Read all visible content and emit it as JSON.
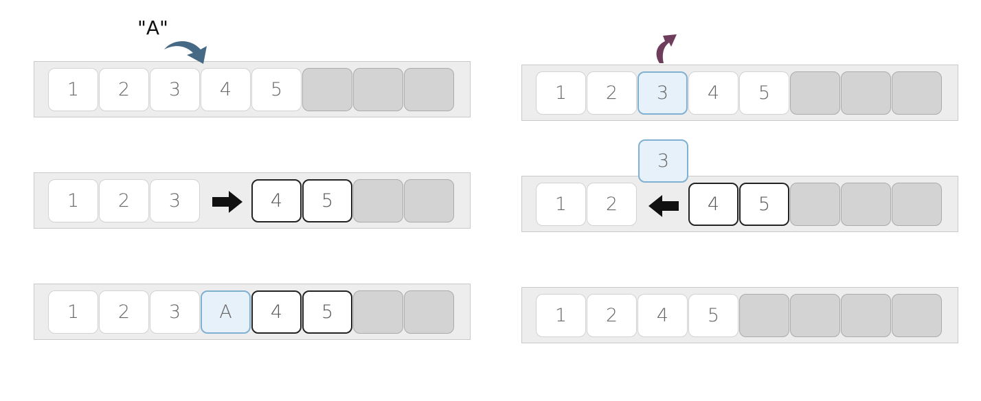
{
  "insert_example": {
    "inserted_label": "\"A\"",
    "steps": [
      {
        "cells": [
          {
            "t": "1",
            "s": "filled"
          },
          {
            "t": "2",
            "s": "filled"
          },
          {
            "t": "3",
            "s": "filled"
          },
          {
            "t": "4",
            "s": "filled"
          },
          {
            "t": "5",
            "s": "filled"
          },
          {
            "t": "",
            "s": "empty"
          },
          {
            "t": "",
            "s": "empty"
          },
          {
            "t": "",
            "s": "empty"
          }
        ]
      },
      {
        "cells": [
          {
            "t": "1",
            "s": "filled"
          },
          {
            "t": "2",
            "s": "filled"
          },
          {
            "t": "3",
            "s": "filled"
          },
          {
            "t": "",
            "s": "gap"
          },
          {
            "t": "4",
            "s": "moving"
          },
          {
            "t": "5",
            "s": "moving"
          },
          {
            "t": "",
            "s": "empty"
          },
          {
            "t": "",
            "s": "empty"
          }
        ]
      },
      {
        "cells": [
          {
            "t": "1",
            "s": "filled"
          },
          {
            "t": "2",
            "s": "filled"
          },
          {
            "t": "3",
            "s": "filled"
          },
          {
            "t": "A",
            "s": "highlight"
          },
          {
            "t": "4",
            "s": "moving"
          },
          {
            "t": "5",
            "s": "moving"
          },
          {
            "t": "",
            "s": "empty"
          },
          {
            "t": "",
            "s": "empty"
          }
        ]
      }
    ]
  },
  "remove_example": {
    "removed_value": "3",
    "steps": [
      {
        "cells": [
          {
            "t": "1",
            "s": "filled"
          },
          {
            "t": "2",
            "s": "filled"
          },
          {
            "t": "3",
            "s": "highlight"
          },
          {
            "t": "4",
            "s": "filled"
          },
          {
            "t": "5",
            "s": "filled"
          },
          {
            "t": "",
            "s": "empty"
          },
          {
            "t": "",
            "s": "empty"
          },
          {
            "t": "",
            "s": "empty"
          }
        ]
      },
      {
        "cells": [
          {
            "t": "1",
            "s": "filled"
          },
          {
            "t": "2",
            "s": "filled"
          },
          {
            "t": "",
            "s": "gap"
          },
          {
            "t": "4",
            "s": "moving"
          },
          {
            "t": "5",
            "s": "moving"
          },
          {
            "t": "",
            "s": "empty"
          },
          {
            "t": "",
            "s": "empty"
          },
          {
            "t": "",
            "s": "empty"
          }
        ]
      },
      {
        "cells": [
          {
            "t": "1",
            "s": "filled"
          },
          {
            "t": "2",
            "s": "filled"
          },
          {
            "t": "4",
            "s": "filled"
          },
          {
            "t": "5",
            "s": "filled"
          },
          {
            "t": "",
            "s": "empty"
          },
          {
            "t": "",
            "s": "empty"
          },
          {
            "t": "",
            "s": "empty"
          },
          {
            "t": "",
            "s": "empty"
          }
        ]
      }
    ]
  },
  "colors": {
    "insert_arrow": "#466a85",
    "remove_arrow": "#6e3d5c",
    "shift_arrow": "#111111",
    "highlight_fill": "#e6f1f9",
    "highlight_border": "#7fb0d2"
  },
  "icons": {
    "insert_arrow": "curved-arrow-down-icon",
    "remove_arrow": "curved-arrow-up-icon",
    "shift_right": "arrow-right-icon",
    "shift_left": "arrow-left-icon"
  }
}
